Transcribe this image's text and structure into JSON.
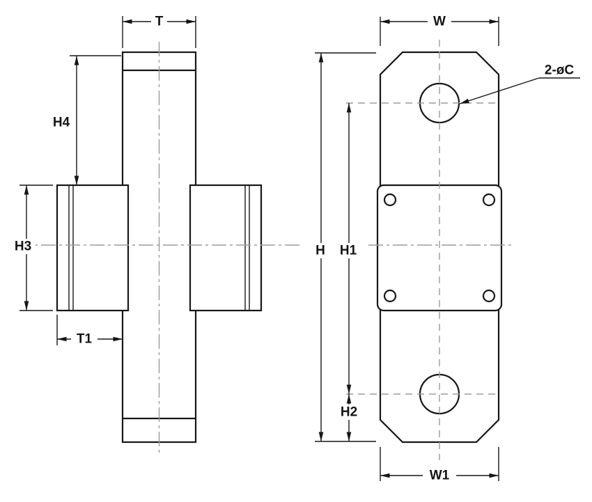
{
  "diagram": {
    "colors": {
      "outline": "#161616",
      "centerline": "#9b9b9b",
      "background": "#ffffff"
    },
    "side_view": {
      "labels": {
        "T": "T",
        "H4": "H4",
        "H3": "H3",
        "T1": "T1"
      }
    },
    "front_view": {
      "labels": {
        "W": "W",
        "H": "H",
        "H1": "H1",
        "H2": "H2",
        "W1": "W1",
        "hole_callout": "2-øC"
      }
    }
  }
}
